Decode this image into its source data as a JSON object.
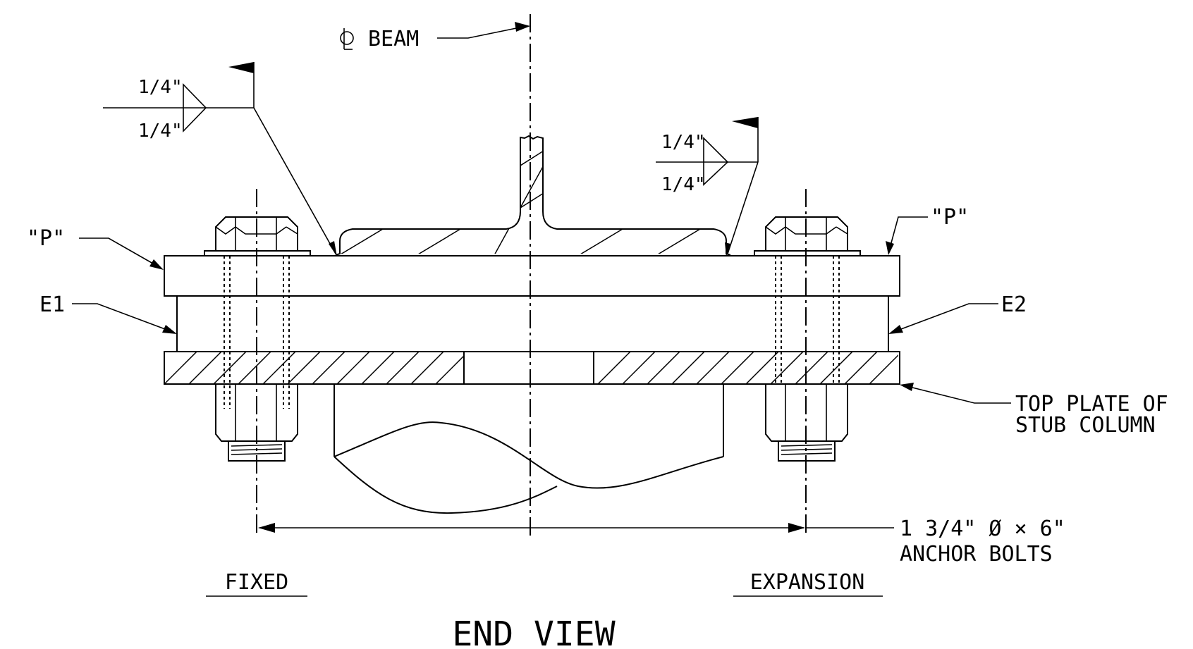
{
  "labels": {
    "cl_beam": "BEAM",
    "weld_left_top": "1/4\"",
    "weld_left_bottom": "1/4\"",
    "weld_right_top": "1/4\"",
    "weld_right_bottom": "1/4\"",
    "p_left": "\"P\"",
    "p_right": "\"P\"",
    "e1": "E1",
    "e2": "E2",
    "top_plate_line1": "TOP PLATE OF",
    "top_plate_line2": "STUB COLUMN",
    "anchor_line1": "1 3/4\" Ø × 6\"",
    "anchor_line2": "ANCHOR BOLTS",
    "fixed": "FIXED",
    "expansion": "EXPANSION",
    "view_title": "END VIEW"
  }
}
